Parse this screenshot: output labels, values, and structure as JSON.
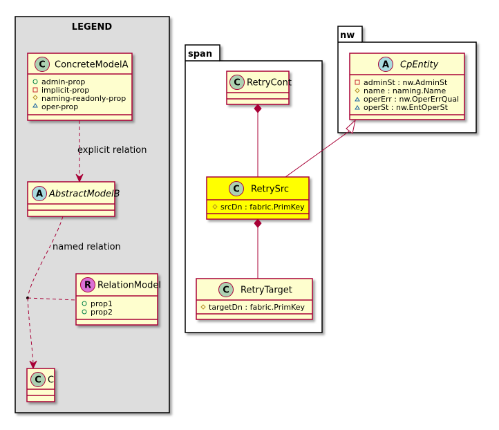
{
  "colors": {
    "class_fill": "#FEFECE",
    "class_border": "#A80036",
    "highlight_fill": "#FFFF00",
    "legend_fill": "#DDDDDD",
    "circle_class": "#ADD1B2",
    "circle_relation": "#DA70D6"
  },
  "legend": {
    "title": "LEGEND",
    "concrete": {
      "name": "ConcreteModelA",
      "props": [
        "admin-prop",
        "implicit-prop",
        "naming-readonly-prop",
        "oper-prop"
      ]
    },
    "abstract": {
      "name": "AbstractModelB"
    },
    "relation_model": {
      "name": "RelationModel",
      "props": [
        "prop1",
        "prop2"
      ]
    },
    "c": {
      "name": "C"
    },
    "explicit_label": "explicit relation",
    "named_label": "named relation"
  },
  "span": {
    "package": "span",
    "retry_cont": {
      "name": "RetryCont"
    },
    "retry_src": {
      "name": "RetrySrc",
      "props": [
        "srcDn : fabric.PrimKey"
      ]
    },
    "retry_target": {
      "name": "RetryTarget",
      "props": [
        "targetDn : fabric.PrimKey"
      ]
    }
  },
  "nw": {
    "package": "nw",
    "cp_entity": {
      "name": "CpEntity",
      "props": [
        "adminSt : nw.AdminSt",
        "name : naming.Name",
        "operErr : nw.OperErrQual",
        "operSt : nw.EntOperSt"
      ]
    }
  },
  "icons": {
    "class_letter": "C",
    "abstract_letter": "A",
    "relation_letter": "R"
  }
}
